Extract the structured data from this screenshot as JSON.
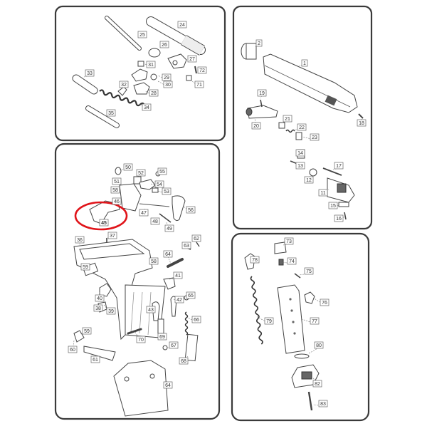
{
  "highlight_color": "#e0141a",
  "highlight_part": "45",
  "panels": [
    {
      "id": "panel-barrel-recoil",
      "labels": [
        "24",
        "25",
        "26",
        "27",
        "31",
        "72",
        "29",
        "30",
        "71",
        "28",
        "32",
        "33",
        "34",
        "35"
      ]
    },
    {
      "id": "panel-slide",
      "labels": [
        "1",
        "2",
        "19",
        "20",
        "21",
        "22",
        "23",
        "18",
        "13",
        "14",
        "17",
        "12",
        "11",
        "15",
        "16"
      ]
    },
    {
      "id": "panel-frame",
      "labels": [
        "50",
        "52",
        "55",
        "51",
        "54",
        "53",
        "58",
        "46",
        "56",
        "47",
        "49",
        "48",
        "45",
        "37",
        "36",
        "62",
        "63",
        "64",
        "58",
        "59",
        "39",
        "41",
        "42",
        "65",
        "66",
        "40",
        "38",
        "43",
        "69",
        "70",
        "67",
        "68",
        "59",
        "60",
        "61",
        "64"
      ]
    },
    {
      "id": "panel-magazine",
      "labels": [
        "73",
        "74",
        "78",
        "75",
        "76",
        "79",
        "77",
        "80",
        "82",
        "83"
      ]
    }
  ]
}
